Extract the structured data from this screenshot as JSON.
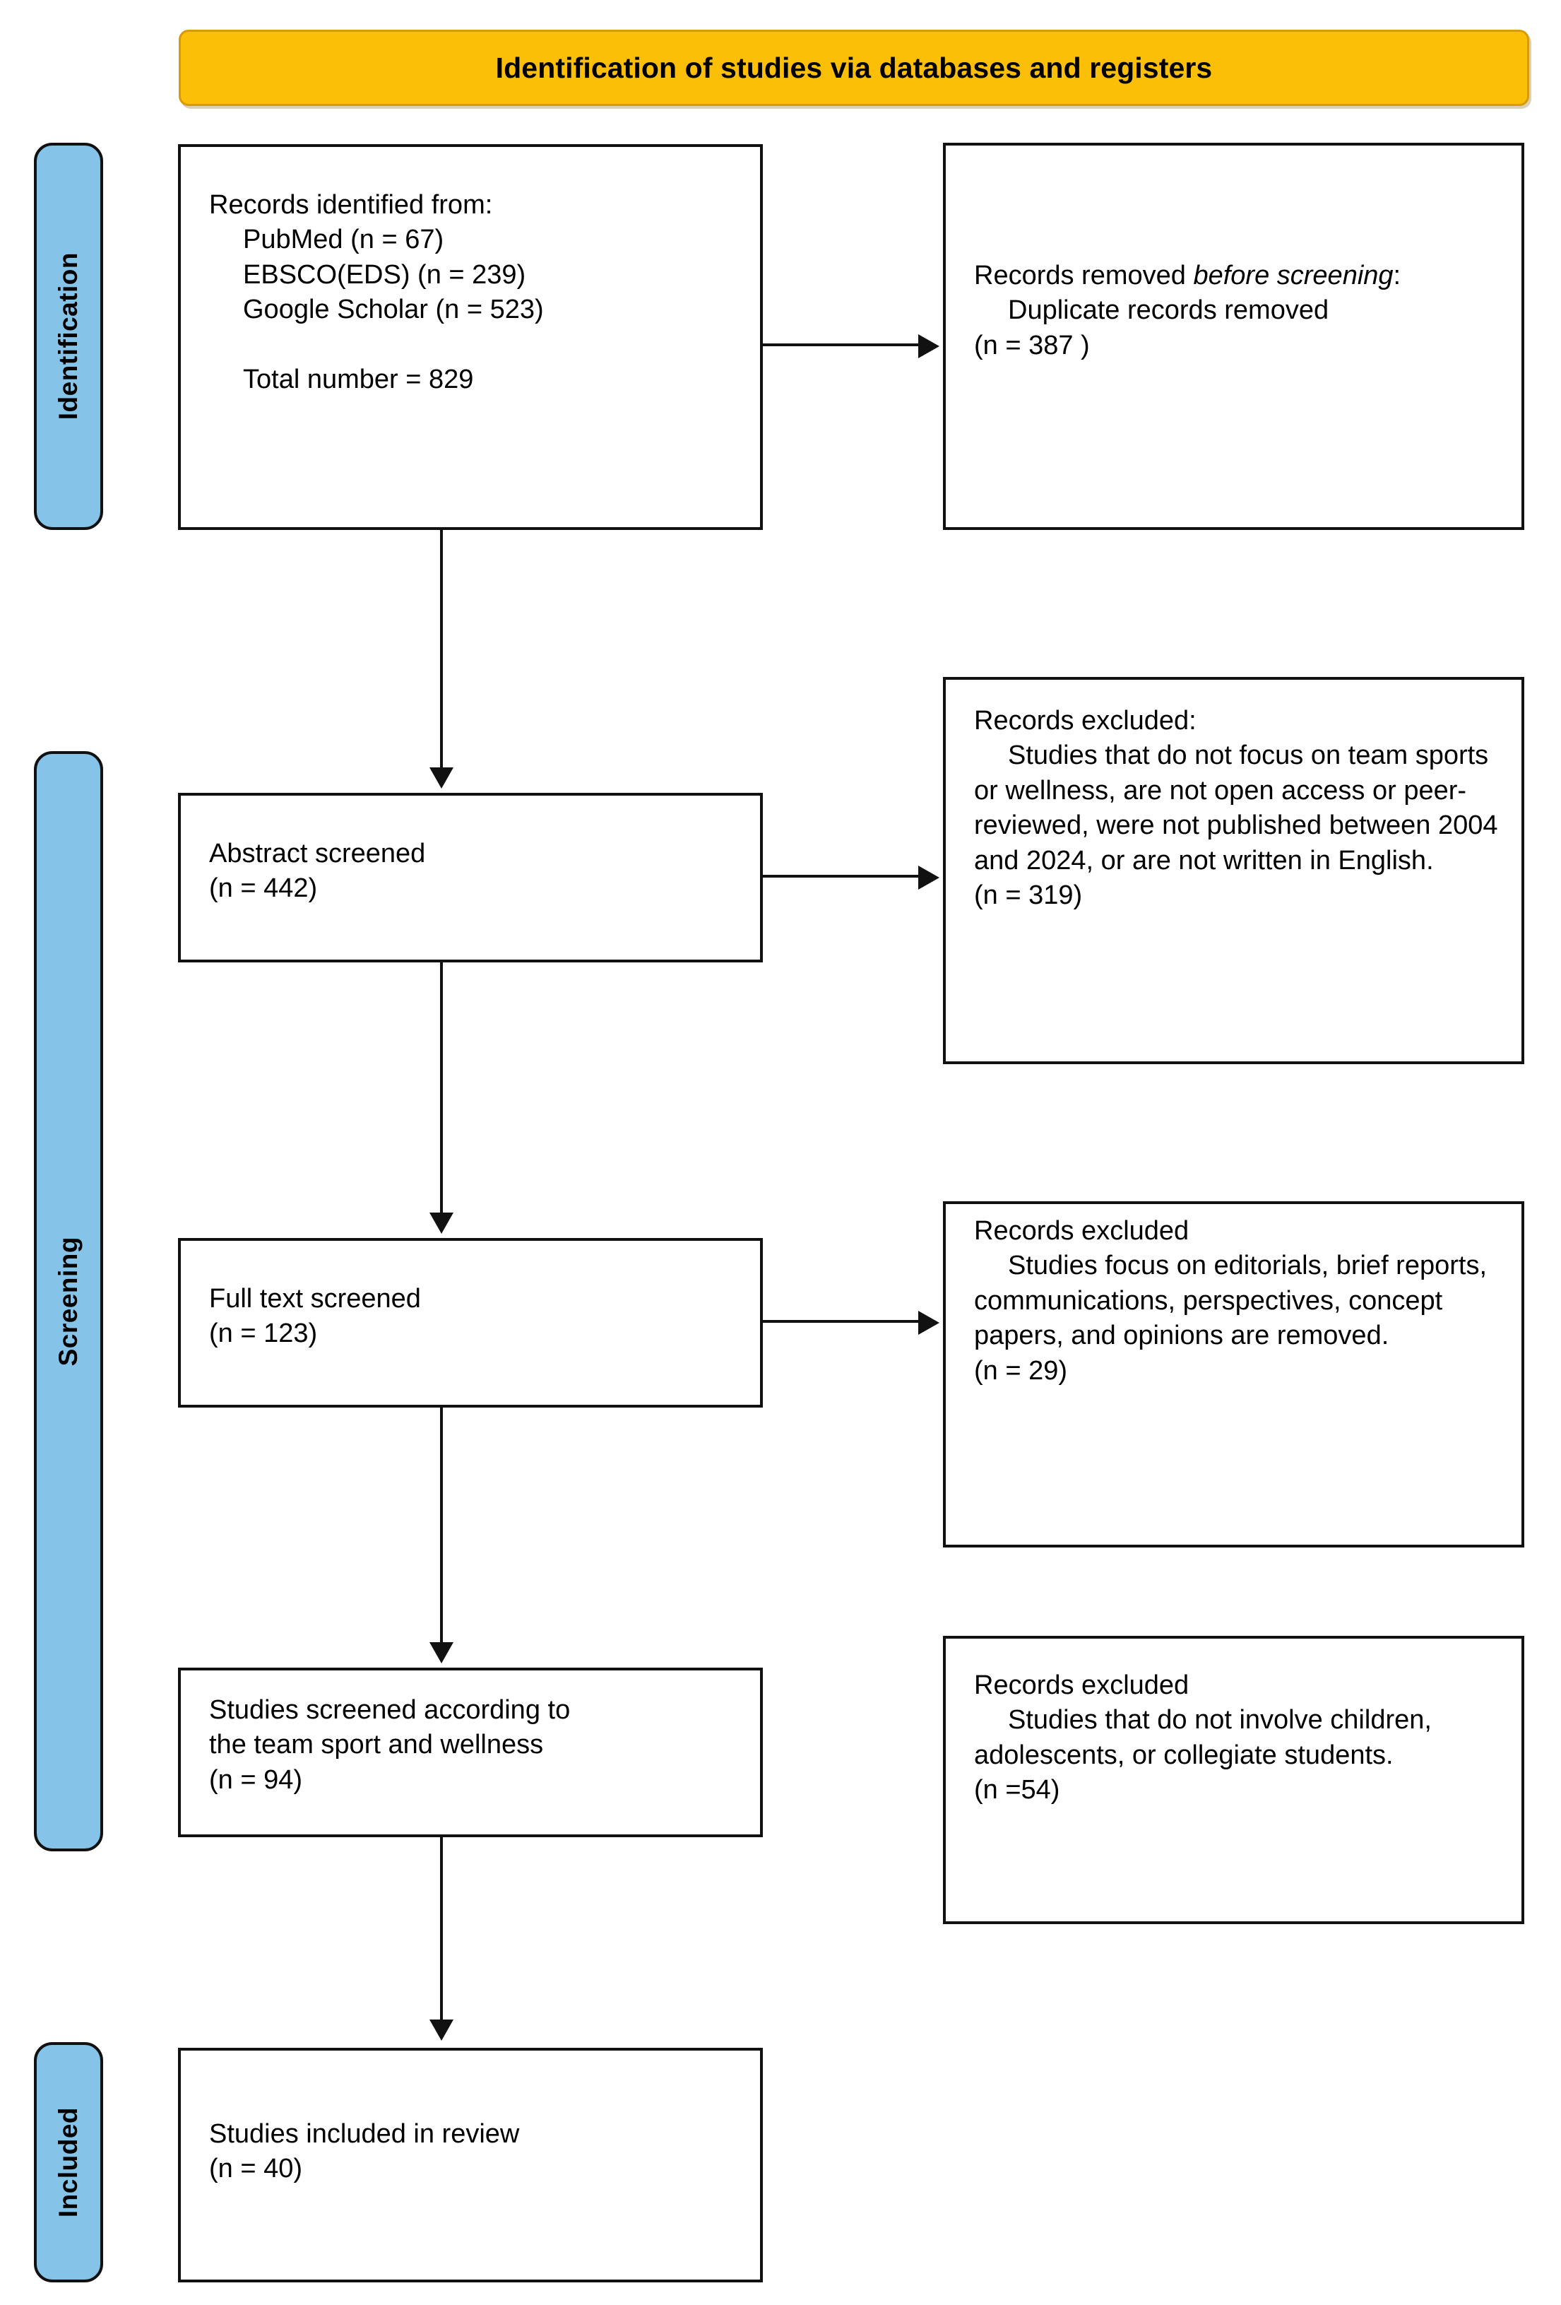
{
  "header": {
    "title": "Identification of studies via databases and registers",
    "banner_color": "#FCBF08"
  },
  "phases": {
    "accent_color": "#86C3E8",
    "identification": "Identification",
    "screening": "Screening",
    "included": "Included"
  },
  "boxes": {
    "records_identified": {
      "heading": "Records identified from:",
      "sources": [
        {
          "name": "PubMed",
          "count_label": "(n = 67)",
          "count": 67
        },
        {
          "name": "EBSCO(EDS)",
          "count_label": "(n = 239)",
          "count": 239
        },
        {
          "name": "Google Scholar",
          "count_label": "(n = 523)",
          "count": 523
        }
      ],
      "total_label": "Total number = 829",
      "total": 829,
      "text_line_1": "Records identified from:",
      "text_line_2": "PubMed (n = 67)",
      "text_line_3": "EBSCO(EDS) (n = 239)",
      "text_line_4": "Google Scholar (n = 523)",
      "text_line_5": "",
      "text_line_6": "Total number = 829"
    },
    "records_removed": {
      "heading_plain": "Records removed ",
      "heading_italic": "before screening",
      "heading_colon": ":",
      "detail": "Duplicate records removed",
      "count_label": "(n = 387 )",
      "count": 387
    },
    "abstract_screened": {
      "label": "Abstract screened",
      "count_label": "(n = 442)",
      "count": 442
    },
    "excluded_abstract": {
      "heading": "Records excluded:",
      "detail": "Studies that do not focus on team sports or wellness, are not open access or peer-reviewed, were not published between 2004 and 2024, or are not written in English.",
      "count_label": "(n = 319)",
      "count": 319
    },
    "fulltext_screened": {
      "label": "Full text screened",
      "count_label": "(n = 123)",
      "count": 123
    },
    "excluded_fulltext": {
      "heading": "Records excluded",
      "detail": "Studies focus on editorials, brief reports, communications, perspectives, concept papers, and opinions are removed.",
      "count_label": "(n = 29)",
      "count": 29
    },
    "studies_screened": {
      "label_line_1": "Studies screened according to",
      "label_line_2": "the team sport and wellness",
      "count_label": "(n = 94)",
      "count": 94
    },
    "excluded_population": {
      "heading": "Records excluded",
      "detail": "Studies that do not involve children, adolescents, or collegiate students.",
      "count_label": "(n =54)",
      "count": 54
    },
    "studies_included": {
      "label": "Studies included in review",
      "count_label": "(n = 40)",
      "count": 40
    }
  },
  "chart_data": {
    "type": "diagram",
    "title": "Identification of studies via databases and registers",
    "stages": [
      {
        "phase": "Identification",
        "label": "Records identified from databases",
        "n": 829
      },
      {
        "phase": "Identification",
        "label": "Duplicate records removed before screening",
        "n": 387
      },
      {
        "phase": "Screening",
        "label": "Abstract screened",
        "n": 442
      },
      {
        "phase": "Screening",
        "label": "Records excluded at abstract stage",
        "n": 319
      },
      {
        "phase": "Screening",
        "label": "Full text screened",
        "n": 123
      },
      {
        "phase": "Screening",
        "label": "Records excluded at full text stage",
        "n": 29
      },
      {
        "phase": "Screening",
        "label": "Studies screened according to team sport and wellness",
        "n": 94
      },
      {
        "phase": "Screening",
        "label": "Records excluded for population",
        "n": 54
      },
      {
        "phase": "Included",
        "label": "Studies included in review",
        "n": 40
      }
    ],
    "sources": [
      {
        "name": "PubMed",
        "n": 67
      },
      {
        "name": "EBSCO(EDS)",
        "n": 239
      },
      {
        "name": "Google Scholar",
        "n": 523
      }
    ]
  }
}
